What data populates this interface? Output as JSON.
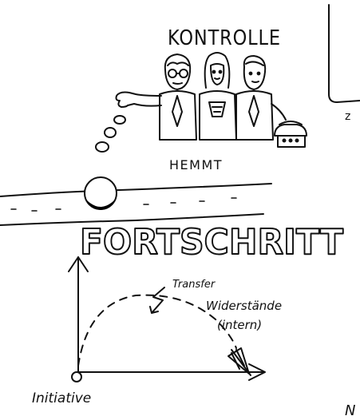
{
  "labels": {
    "kontrolle": "KONTROLLE",
    "hemmt": "HEMMT",
    "fortschritt": "FORTSCHRITT",
    "transfer": "Transfer",
    "widerstaende": "Widerstände",
    "intern": "(intern)",
    "initiative": "Initiative",
    "edge_letter_z": "z",
    "edge_letter_n": "N"
  },
  "colors": {
    "ink": "#111111",
    "paper": "#ffffff",
    "ball_shadow": "#000000"
  },
  "icons": {
    "people": "three-managers-icon",
    "ball": "ball-icon",
    "lightning": "lightning-icon",
    "arrow": "dart-arrow-icon",
    "phone": "telephone-icon"
  }
}
